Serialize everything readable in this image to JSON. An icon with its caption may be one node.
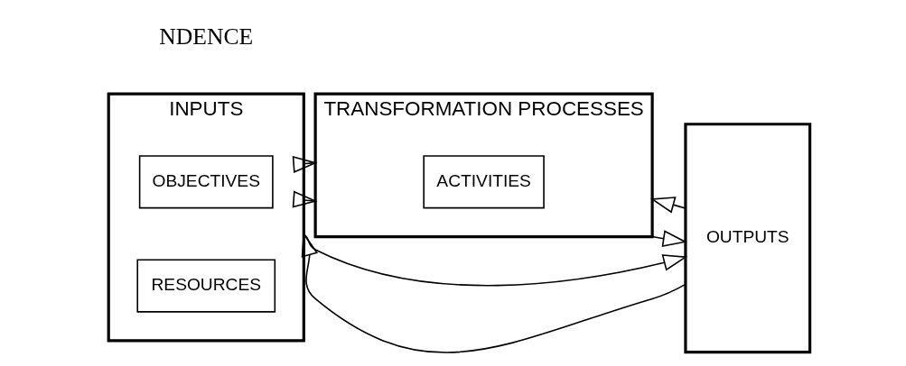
{
  "diagram": {
    "nodes": [
      {
        "text": [
          "INPUTS"
        ]
      },
      {
        "text": [
          "OBJECTIVES"
        ],
        "in": 0
      },
      {
        "text": [
          "RESOURCES"
        ],
        "in": 0
      },
      {
        "text": [
          "TRANSFORMATION PROCESSES"
        ]
      },
      {
        "text": [
          "ACTIVITIES"
        ],
        "in": 3
      },
      {
        "text": [
          "OUTPUTS"
        ]
      }
    ],
    "edges": [
      {
        "from": 0,
        "to": 3,
        "arrow": "to"
      },
      {
        "from": 3,
        "to": 5,
        "arrow": "to"
      },
      {
        "from": 0,
        "to": 3,
        "arrow": "to"
      },
      {
        "from": 0,
        "to": 5,
        "arrow": "to"
      },
      {
        "from": 5,
        "to": 3,
        "arrow": "to"
      },
      {
        "from": 5,
        "to": 0,
        "arrow": "to"
      }
    ],
    "labels": [
      "NDENCE"
    ]
  }
}
